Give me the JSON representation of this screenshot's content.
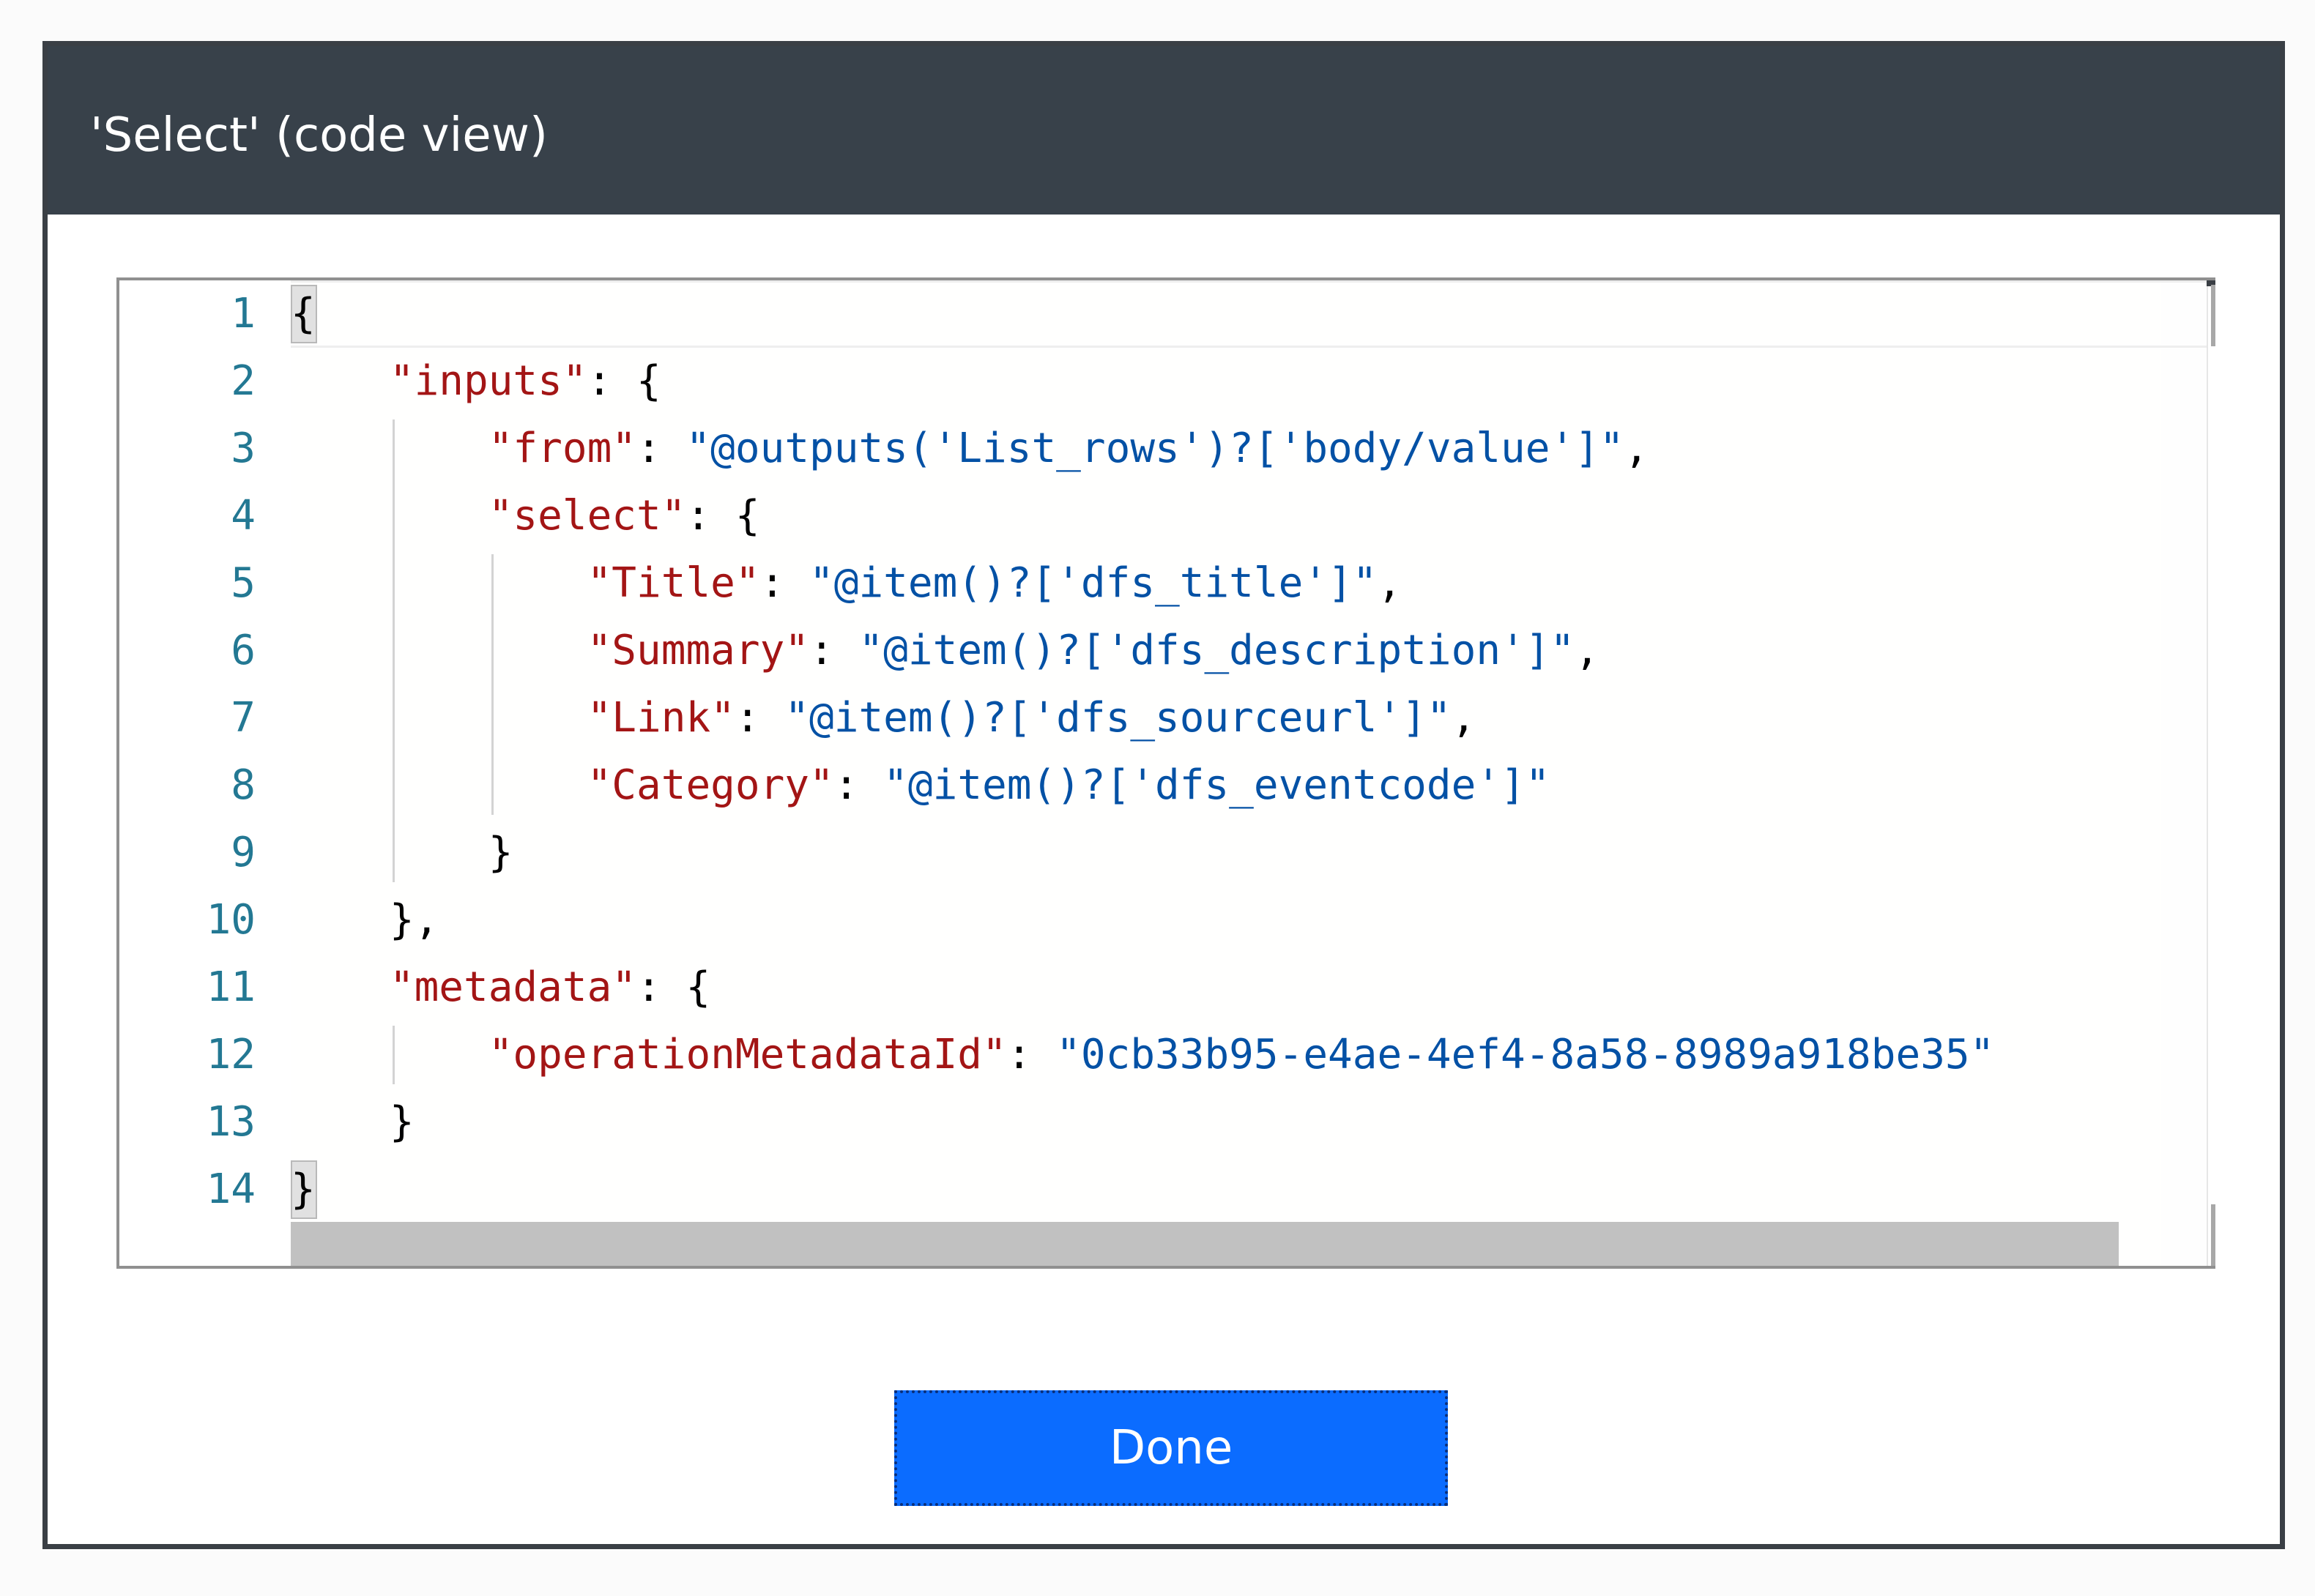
{
  "dialog": {
    "title": "'Select' (code view)"
  },
  "editor": {
    "lines": [
      {
        "number": "1",
        "parts": [
          {
            "t": "p",
            "s": "{"
          }
        ]
      },
      {
        "number": "2",
        "parts": [
          {
            "t": "p",
            "s": "    "
          },
          {
            "t": "k",
            "s": "\"inputs\""
          },
          {
            "t": "p",
            "s": ": {"
          }
        ]
      },
      {
        "number": "3",
        "parts": [
          {
            "t": "p",
            "s": "        "
          },
          {
            "t": "k",
            "s": "\"from\""
          },
          {
            "t": "p",
            "s": ": "
          },
          {
            "t": "v",
            "s": "\"@outputs('List_rows')?['body/value']\""
          },
          {
            "t": "p",
            "s": ","
          }
        ]
      },
      {
        "number": "4",
        "parts": [
          {
            "t": "p",
            "s": "        "
          },
          {
            "t": "k",
            "s": "\"select\""
          },
          {
            "t": "p",
            "s": ": {"
          }
        ]
      },
      {
        "number": "5",
        "parts": [
          {
            "t": "p",
            "s": "            "
          },
          {
            "t": "k",
            "s": "\"Title\""
          },
          {
            "t": "p",
            "s": ": "
          },
          {
            "t": "v",
            "s": "\"@item()?['dfs_title']\""
          },
          {
            "t": "p",
            "s": ","
          }
        ]
      },
      {
        "number": "6",
        "parts": [
          {
            "t": "p",
            "s": "            "
          },
          {
            "t": "k",
            "s": "\"Summary\""
          },
          {
            "t": "p",
            "s": ": "
          },
          {
            "t": "v",
            "s": "\"@item()?['dfs_description']\""
          },
          {
            "t": "p",
            "s": ","
          }
        ]
      },
      {
        "number": "7",
        "parts": [
          {
            "t": "p",
            "s": "            "
          },
          {
            "t": "k",
            "s": "\"Link\""
          },
          {
            "t": "p",
            "s": ": "
          },
          {
            "t": "v",
            "s": "\"@item()?['dfs_sourceurl']\""
          },
          {
            "t": "p",
            "s": ","
          }
        ]
      },
      {
        "number": "8",
        "parts": [
          {
            "t": "p",
            "s": "            "
          },
          {
            "t": "k",
            "s": "\"Category\""
          },
          {
            "t": "p",
            "s": ": "
          },
          {
            "t": "v",
            "s": "\"@item()?['dfs_eventcode']\""
          }
        ]
      },
      {
        "number": "9",
        "parts": [
          {
            "t": "p",
            "s": "        }"
          }
        ]
      },
      {
        "number": "10",
        "parts": [
          {
            "t": "p",
            "s": "    },"
          }
        ]
      },
      {
        "number": "11",
        "parts": [
          {
            "t": "p",
            "s": "    "
          },
          {
            "t": "k",
            "s": "\"metadata\""
          },
          {
            "t": "p",
            "s": ": {"
          }
        ]
      },
      {
        "number": "12",
        "parts": [
          {
            "t": "p",
            "s": "        "
          },
          {
            "t": "k",
            "s": "\"operationMetadataId\""
          },
          {
            "t": "p",
            "s": ": "
          },
          {
            "t": "v",
            "s": "\"0cb33b95-e4ae-4ef4-8a58-8989a918be35\""
          }
        ]
      },
      {
        "number": "13",
        "parts": [
          {
            "t": "p",
            "s": "    }"
          }
        ]
      },
      {
        "number": "14",
        "parts": [
          {
            "t": "p",
            "s": "}"
          }
        ]
      }
    ]
  },
  "footer": {
    "done_label": "Done"
  },
  "colors": {
    "header_bg": "#38414a",
    "key": "#a31515",
    "string_value": "#0451a5",
    "line_number": "#237893",
    "button_bg": "#0b6cff"
  }
}
